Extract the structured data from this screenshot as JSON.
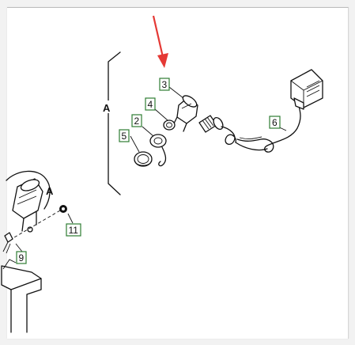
{
  "diagram": {
    "view_label": "A",
    "detail_label": "A",
    "callouts": [
      {
        "id": "c2",
        "text": "2"
      },
      {
        "id": "c3",
        "text": "3"
      },
      {
        "id": "c4",
        "text": "4"
      },
      {
        "id": "c5",
        "text": "5"
      },
      {
        "id": "c6",
        "text": "6"
      },
      {
        "id": "c9",
        "text": "9"
      },
      {
        "id": "c11",
        "text": "11"
      }
    ],
    "arrow_color": "#e53935",
    "callout_border_color": "#2e7d32"
  }
}
